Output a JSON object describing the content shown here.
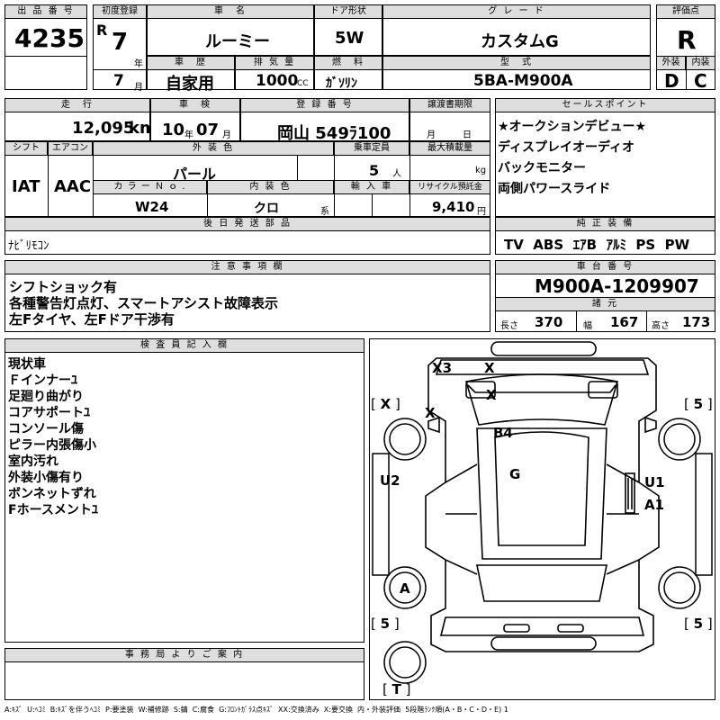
{
  "lot": {
    "label": "出 品 番 号",
    "value": "4235"
  },
  "first_reg": {
    "label": "初度登録",
    "era": "R",
    "year": "7",
    "year_unit": "年",
    "month": "7",
    "month_unit": "月"
  },
  "car_name": {
    "label": "車　名",
    "value": "ルーミー"
  },
  "door": {
    "label": "ドア形状",
    "value": "5W"
  },
  "grade": {
    "label": "グ レ ー ド",
    "value": "カスタムG"
  },
  "score": {
    "label": "評価点",
    "value": "R"
  },
  "history": {
    "label": "車　歴",
    "value": "自家用"
  },
  "displacement": {
    "label": "排 気 量",
    "value": "1000",
    "unit": "CC"
  },
  "fuel": {
    "label": "燃　料",
    "value": "ｶﾞｿﾘﾝ"
  },
  "model": {
    "label": "型　式",
    "value": "5BA-M900A"
  },
  "exterior_score": {
    "label": "外装",
    "value": "D"
  },
  "interior_score": {
    "label": "内装",
    "value": "C"
  },
  "mileage": {
    "label": "走　行",
    "value": "12,095",
    "unit": "km"
  },
  "inspection": {
    "label": "車　検",
    "year": "10",
    "year_unit": "年",
    "month": "07",
    "month_unit": "月"
  },
  "plate": {
    "label": "登 録 番 号",
    "value": "岡山 549ﾗ100"
  },
  "transfer": {
    "label": "譲渡書期限",
    "month_unit": "月",
    "day_unit": "日"
  },
  "selling_points": {
    "label": "セールスポイント",
    "items": [
      "★オークションデビュー★",
      "ディスプレイオーディオ",
      "バックモニター",
      "両側パワースライド"
    ]
  },
  "shift": {
    "label": "シフト",
    "value": "IAT"
  },
  "aircon": {
    "label": "エアコン",
    "value": "AAC"
  },
  "ext_color": {
    "label": "外 装 色",
    "value": "パール"
  },
  "capacity": {
    "label": "乗車定員",
    "value": "5",
    "unit": "人"
  },
  "max_load": {
    "label": "最大積載量",
    "unit": "kg"
  },
  "color_no": {
    "label": "カ ラ ー Ｎ ｏ .",
    "value": "W24"
  },
  "int_color": {
    "label": "内 装 色",
    "value": "クロ",
    "suffix": "系"
  },
  "import": {
    "label": "輸 入 車"
  },
  "recycle": {
    "label": "リサイクル預託金",
    "value": "9,410",
    "unit": "円"
  },
  "parts": {
    "label": "後 日 発 送 部 品",
    "value": "ﾅﾋﾞﾘﾓｺﾝ"
  },
  "equipment": {
    "label": "純 正 装 備",
    "value": "TV  ABS  ｴｱB  ｱﾙﾐ  PS  PW"
  },
  "notes": {
    "label": "注 意 事 項 欄",
    "lines": [
      "シフトショック有",
      "各種警告灯点灯、スマートアシスト故障表示",
      "左Fタイヤ、左Fドア干渉有"
    ]
  },
  "chassis": {
    "label": "車 台 番 号",
    "value": "M900A-1209907"
  },
  "specs": {
    "label": "諸 元",
    "length_label": "長さ",
    "length": "370",
    "width_label": "幅",
    "width": "167",
    "height_label": "高さ",
    "height": "173"
  },
  "inspector": {
    "label": "検 査 員 記 入 欄",
    "lines": [
      "現状車",
      "Ｆインナーﾕ",
      "足廻り曲がり",
      "コアサポートﾕ",
      "コンソール傷",
      "ピラー内張傷小",
      "室内汚れ",
      "外装小傷有り",
      "ボンネットずれ",
      "Fホースメントﾕ"
    ]
  },
  "office": {
    "label": "事 務 局 よ り ご 案 内"
  },
  "diagram": {
    "marks": [
      "X3",
      "X",
      "X",
      "X",
      "B4",
      "G",
      "U2",
      "U1",
      "A1",
      "A"
    ],
    "brackets": [
      "X",
      "5",
      "5",
      "5",
      "T"
    ]
  },
  "legend": "A:ｷｽﾞ  U:ﾍｺﾐ  B:ｷｽﾞを伴うﾍｺﾐ  P:要塗装  W:補修跡  S:錆  C:腐食  G:ﾌﾛﾝﾄｶﾞﾗｽ点ｷｽﾞ  XX:交換済み  X:要交換  内・外装評価  5段階ﾗﾝｸ順(A・B・C・D・E) 1"
}
